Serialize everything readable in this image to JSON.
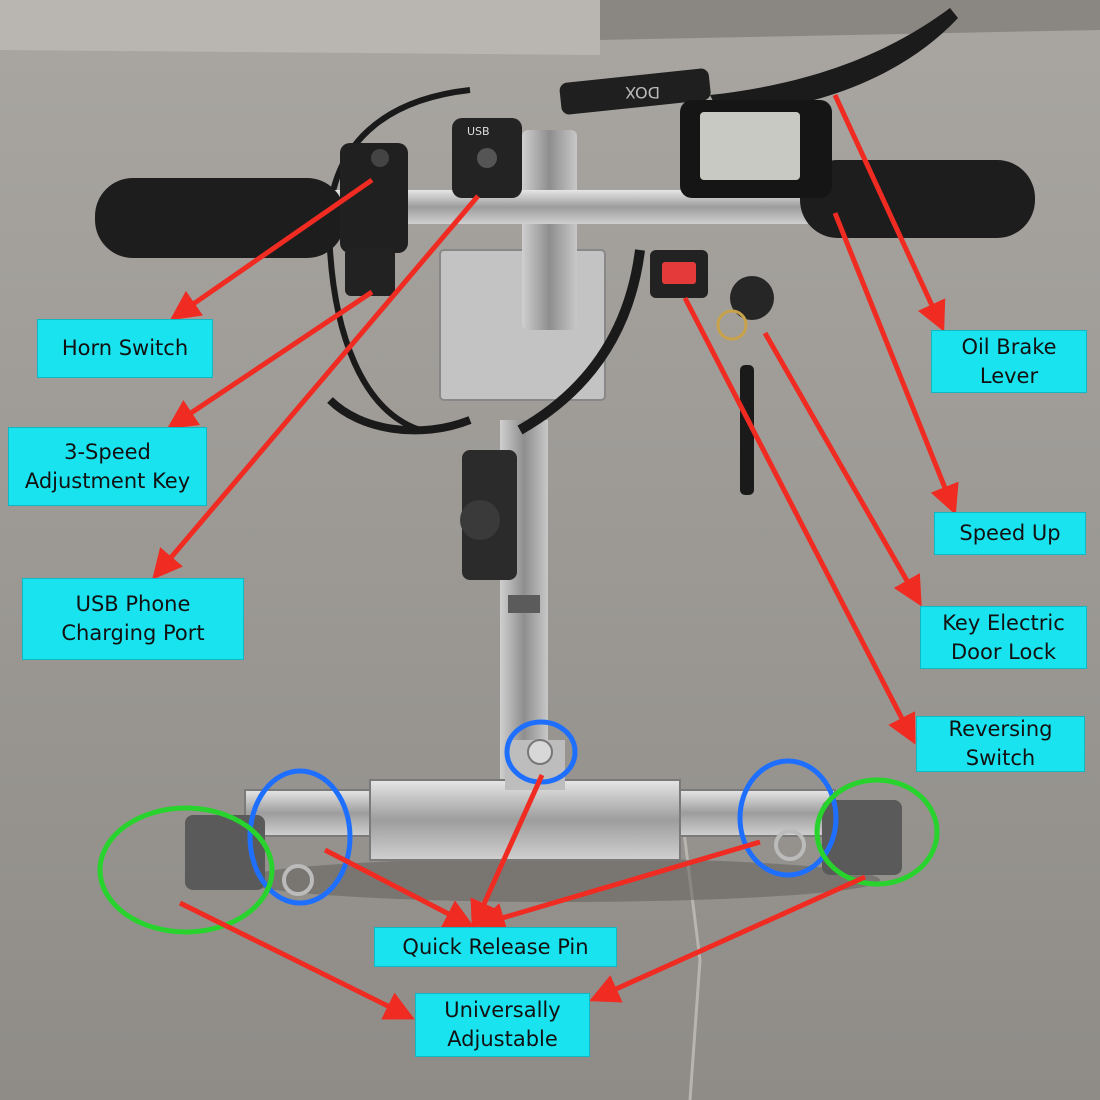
{
  "labels": {
    "horn_switch": [
      "Horn Switch"
    ],
    "speed_key": [
      "3-Speed",
      "Adjustment Key"
    ],
    "usb_port": [
      "USB Phone",
      "Charging Port"
    ],
    "oil_brake": [
      "Oil Brake",
      "Lever"
    ],
    "speed_up": [
      "Speed Up"
    ],
    "door_lock": [
      "Key Electric",
      "Door Lock"
    ],
    "reversing": [
      "Reversing",
      "Switch"
    ],
    "quick_release": [
      "Quick Release Pin"
    ],
    "universal": [
      "Universally",
      "Adjustable"
    ]
  },
  "scene_text": {
    "usb_module": "USB",
    "brake_brand": "DOX"
  },
  "colors": {
    "label_bg": "#19e3ef",
    "arrow": "#ef2b22",
    "circle_blue": "#1f6fff",
    "circle_green": "#27d32c",
    "ground": "#9c9893"
  }
}
